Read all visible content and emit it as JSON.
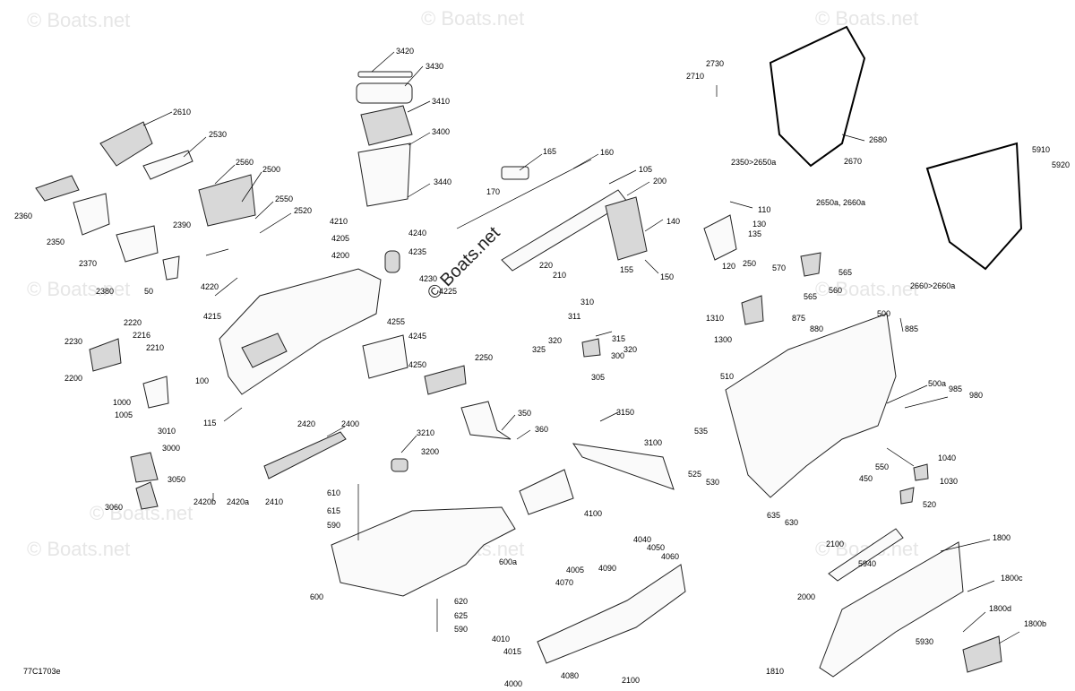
{
  "diagram": {
    "watermark": "© Boats.net",
    "drawing_ref": "77C1703e",
    "callouts": [
      "3420",
      "3430",
      "3410",
      "3400",
      "3440",
      "2610",
      "2530",
      "2560",
      "2500",
      "2550",
      "2520",
      "2360",
      "2390",
      "2350",
      "2370",
      "2380",
      "50",
      "4210",
      "4205",
      "4200",
      "4240",
      "4235",
      "4220",
      "4215",
      "4230",
      "4225",
      "4255",
      "4245",
      "4250",
      "100",
      "115",
      "2230",
      "2220",
      "2216",
      "2210",
      "2200",
      "1000",
      "1005",
      "2250",
      "165",
      "160",
      "170",
      "105",
      "200",
      "140",
      "155",
      "150",
      "220",
      "210",
      "310",
      "311",
      "315",
      "320",
      "325",
      "320",
      "300",
      "305",
      "3150",
      "3100",
      "350",
      "360",
      "3210",
      "3200",
      "2420",
      "2400",
      "2420b",
      "2420a",
      "2410",
      "3010",
      "3000",
      "3050",
      "3060",
      "610",
      "615",
      "590",
      "600",
      "600a",
      "620",
      "625",
      "590",
      "4100",
      "4040",
      "4050",
      "4060",
      "4005",
      "4090",
      "4070",
      "4010",
      "4015",
      "4000",
      "4080",
      "2100",
      "2730",
      "2710",
      "2680",
      "2670",
      "2350>2650a",
      "110",
      "130",
      "135",
      "120",
      "250",
      "5910",
      "5920",
      "2650a, 2660a",
      "2660>2660a",
      "570",
      "565",
      "565",
      "560",
      "1310",
      "1300",
      "875",
      "880",
      "500",
      "885",
      "510",
      "500a",
      "985",
      "980",
      "535",
      "525",
      "530",
      "550",
      "450",
      "1040",
      "1030",
      "520",
      "635",
      "630",
      "2100",
      "1800",
      "1800c",
      "5940",
      "2000",
      "1800d",
      "1800b",
      "5930",
      "1810"
    ]
  }
}
